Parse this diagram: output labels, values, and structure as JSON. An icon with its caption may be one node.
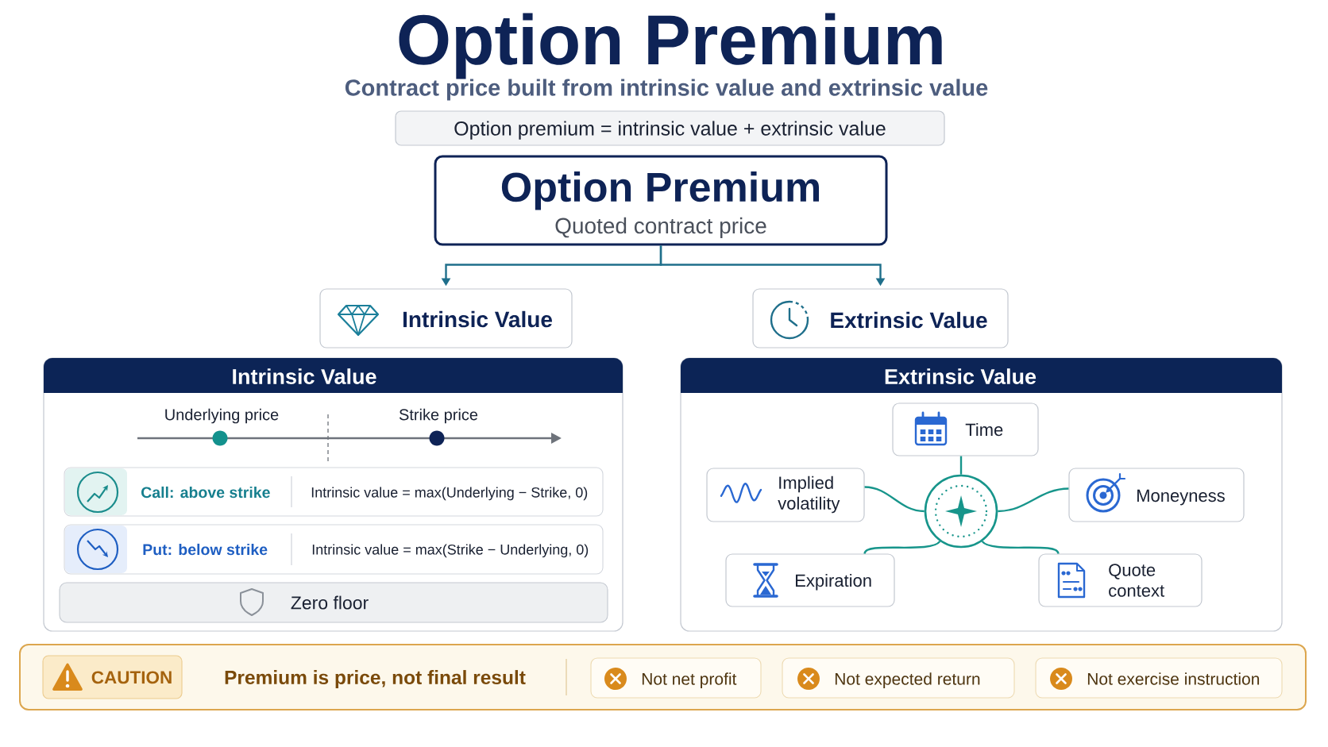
{
  "diagram": {
    "title": "Option Premium",
    "nodes": [
      {
        "text": [
          "Option premium = intrinsic value + extrinsic value"
        ]
      },
      {
        "text": [
          "Option Premium",
          "Quoted contract price"
        ]
      },
      {
        "text": [
          "Intrinsic Value"
        ]
      },
      {
        "text": [
          "Extrinsic Value"
        ]
      },
      {
        "text": [
          "Intrinsic Value"
        ]
      },
      {
        "text": [
          "Call: above strike",
          "Intrinsic value = max(Underlying − Strike, 0)"
        ],
        "in": 4
      },
      {
        "text": [
          "Put: below strike",
          "Intrinsic value = max(Strike − Underlying, 0)"
        ],
        "in": 4
      },
      {
        "text": [
          "Zero floor"
        ],
        "in": 4
      },
      {
        "text": [
          "Extrinsic Value"
        ]
      },
      {
        "text": [
          "Time"
        ],
        "in": 8
      },
      {
        "text": [
          "Implied volatility"
        ],
        "in": 8
      },
      {
        "text": [],
        "shape": "circle",
        "in": 8
      },
      {
        "text": [
          "Moneyness"
        ],
        "in": 8
      },
      {
        "text": [
          "Expiration"
        ],
        "in": 8
      },
      {
        "text": [
          "Quote context"
        ],
        "in": 8
      },
      {
        "text": [
          "Premium is price, not final result"
        ]
      },
      {
        "text": [
          "CAUTION"
        ],
        "in": 15
      },
      {
        "text": [
          "Not net profit"
        ],
        "in": 15
      },
      {
        "text": [
          "Not expected return"
        ],
        "in": 15
      },
      {
        "text": [
          "Not exercise instruction"
        ],
        "in": 15
      }
    ],
    "edges": [
      {
        "from": 1,
        "to": 2,
        "arrow": "to",
        "color": "#1f6f8b"
      },
      {
        "from": 1,
        "to": 3,
        "arrow": "to",
        "color": "#1f6f8b"
      },
      {
        "from": 11,
        "to": 9,
        "arrow": "none"
      },
      {
        "from": 11,
        "to": 10,
        "arrow": "none"
      },
      {
        "from": 11,
        "to": 12,
        "arrow": "none"
      },
      {
        "from": 11,
        "to": 13,
        "arrow": "none"
      },
      {
        "from": 11,
        "to": 14,
        "arrow": "none"
      }
    ],
    "labels": [
      "Contract price built from intrinsic value and extrinsic value",
      "Underlying price",
      "Strike price"
    ]
  }
}
